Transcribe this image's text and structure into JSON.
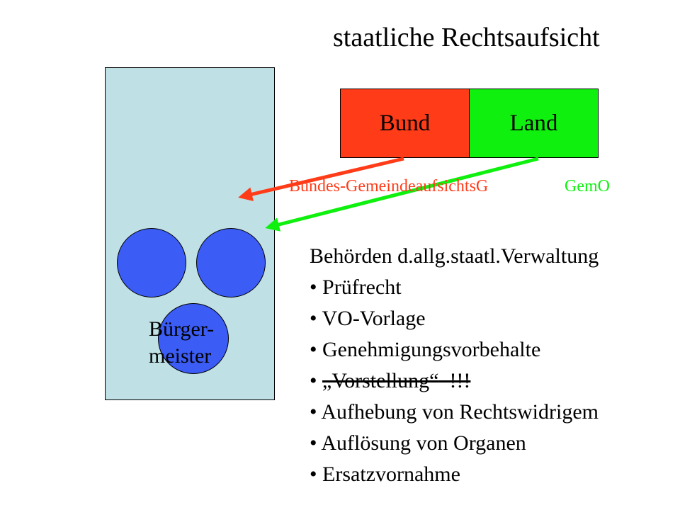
{
  "title": "staatliche Rechtsaufsicht",
  "colors": {
    "bund": "#ff3b18",
    "land": "#0ff00f",
    "gemeinde_box": "#bfe0e4",
    "circle": "#3b5cf5"
  },
  "gemeinde": {
    "mayor_label": "Bürger-\nmeister"
  },
  "boxes": {
    "bund_label": "Bund",
    "land_label": "Land"
  },
  "laws": {
    "bund_law": "Bundes-GemeindeaufsichtsG",
    "land_law": "GemO"
  },
  "authority": {
    "heading": "Behörden d.allg.staatl.Verwaltung",
    "items": [
      {
        "bullet": "•",
        "text": "Prüfrecht"
      },
      {
        "bullet": "•",
        "text": "VO-Vorlage"
      },
      {
        "bullet": "•",
        "text": "Genehmigungsvorbehalte"
      },
      {
        "bullet": "•",
        "text": "„Vorstellung“",
        "suffix": "  !!!",
        "struck": true
      },
      {
        "bullet": "•",
        "text": "Aufhebung von Rechtswidrigem"
      },
      {
        "bullet": "•",
        "text": "Auflösung von Organen"
      },
      {
        "bullet": "•",
        "text": "Ersatzvornahme"
      }
    ]
  }
}
